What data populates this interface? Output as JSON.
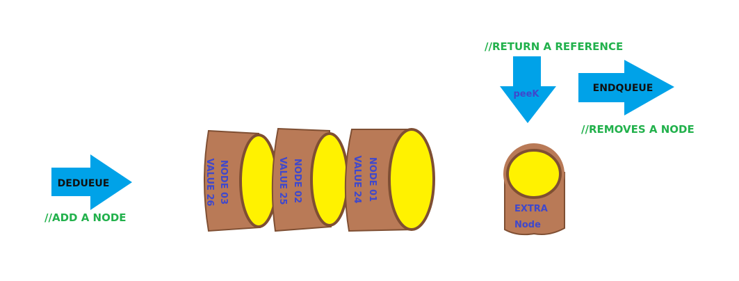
{
  "colors": {
    "arrow": "#00a2e8",
    "cylinder_body": "#b97a57",
    "cylinder_face": "#fff200",
    "comment": "#22b14c",
    "node_text": "#3f48cc",
    "outline": "#7f4f33"
  },
  "arrows": {
    "dedueue": {
      "label": "DEDUEUE"
    },
    "endqueue": {
      "label": "ENDQUEUE"
    },
    "peek": {
      "label": "peeK"
    }
  },
  "comments": {
    "add": "//ADD A NODE",
    "return": "//RETURN A REFERENCE",
    "removes": "//REMOVES A NODE"
  },
  "nodes": [
    {
      "name": "NODE 03",
      "value": "VALUE 26"
    },
    {
      "name": "NODE 02",
      "value": "VALUE 25"
    },
    {
      "name": "NODE 01",
      "value": "VALUE 24"
    }
  ],
  "extra_node": {
    "line1": "EXTRA",
    "line2": "Node"
  }
}
